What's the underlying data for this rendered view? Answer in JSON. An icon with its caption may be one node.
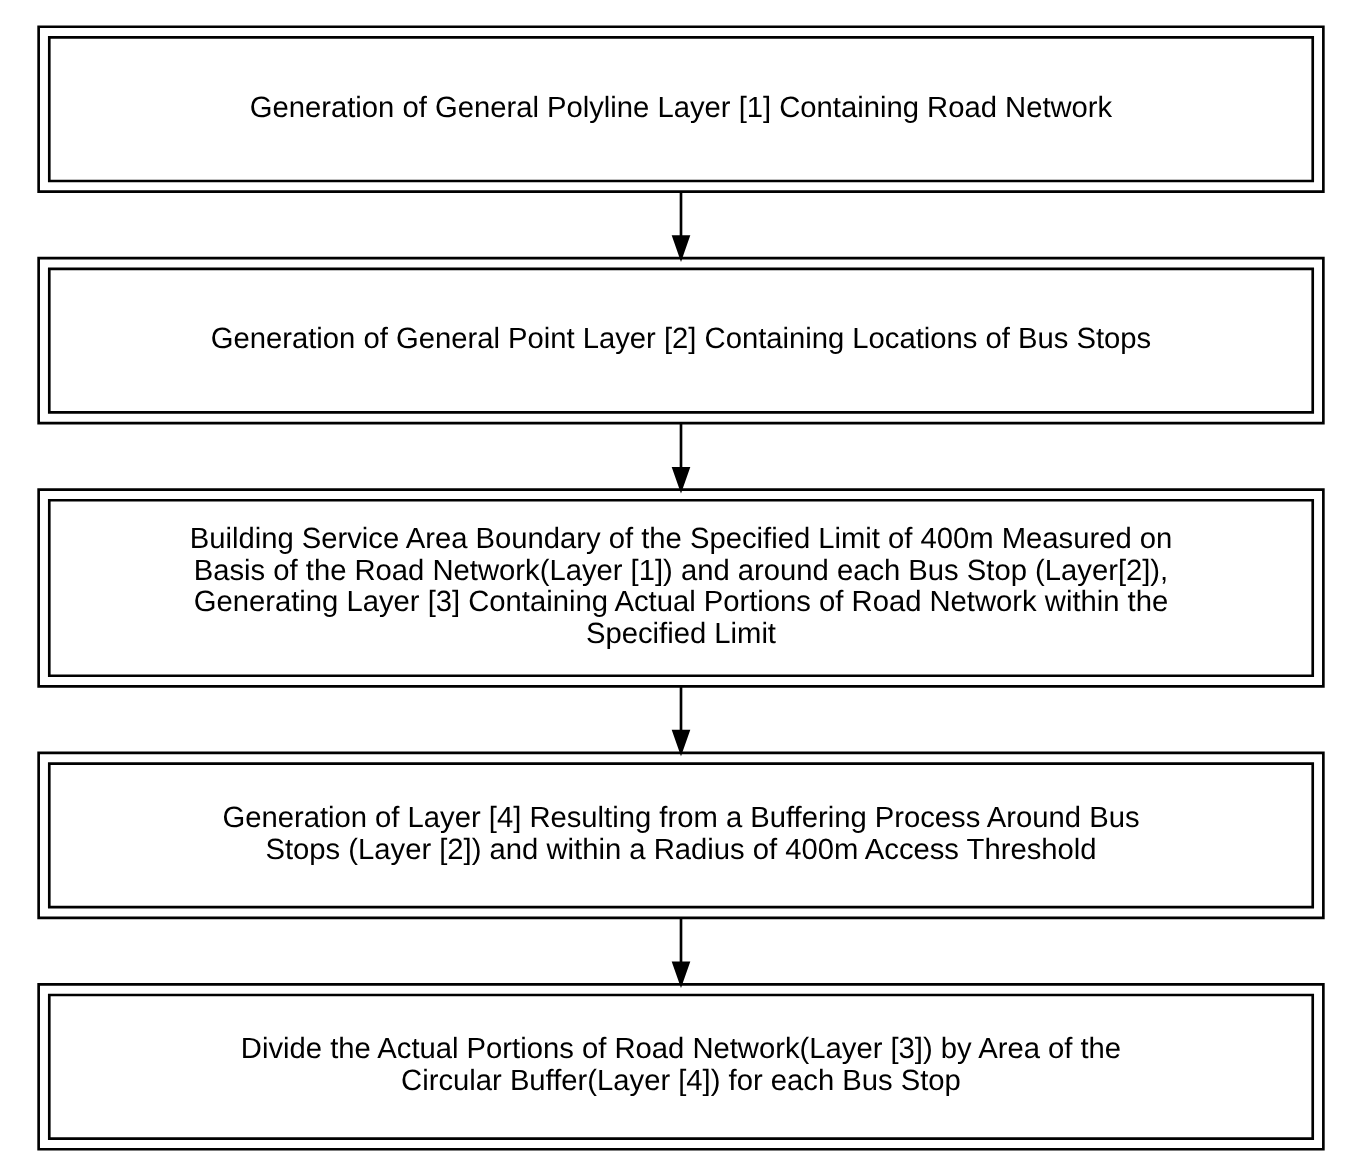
{
  "diagram": {
    "nodes": [
      {
        "text": [
          "Generation of General Polyline Layer [1] Containing Road Network"
        ]
      },
      {
        "text": [
          "Generation of General Point Layer [2] Containing Locations of Bus Stops"
        ]
      },
      {
        "text": [
          "Building Service Area Boundary of the Specified Limit of 400m Measured on Basis of the Road Network(Layer [1]) and around each Bus Stop (Layer[2]), Generating Layer [3] Containing Actual Portions of Road Network within the Specified Limit"
        ]
      },
      {
        "text": [
          "Generation of Layer [4] Resulting from a Buffering Process Around Bus Stops (Layer [2]) and within a Radius of 400m Access Threshold"
        ]
      },
      {
        "text": [
          "Divide the Actual Portions of Road Network(Layer [3]) by Area of the Circular Buffer(Layer [4]) for each Bus Stop"
        ]
      }
    ],
    "edges": [
      {
        "from": 0,
        "to": 1,
        "arrow": "to"
      },
      {
        "from": 1,
        "to": 2,
        "arrow": "to"
      },
      {
        "from": 2,
        "to": 3,
        "arrow": "to"
      },
      {
        "from": 3,
        "to": 4,
        "arrow": "to"
      }
    ]
  }
}
